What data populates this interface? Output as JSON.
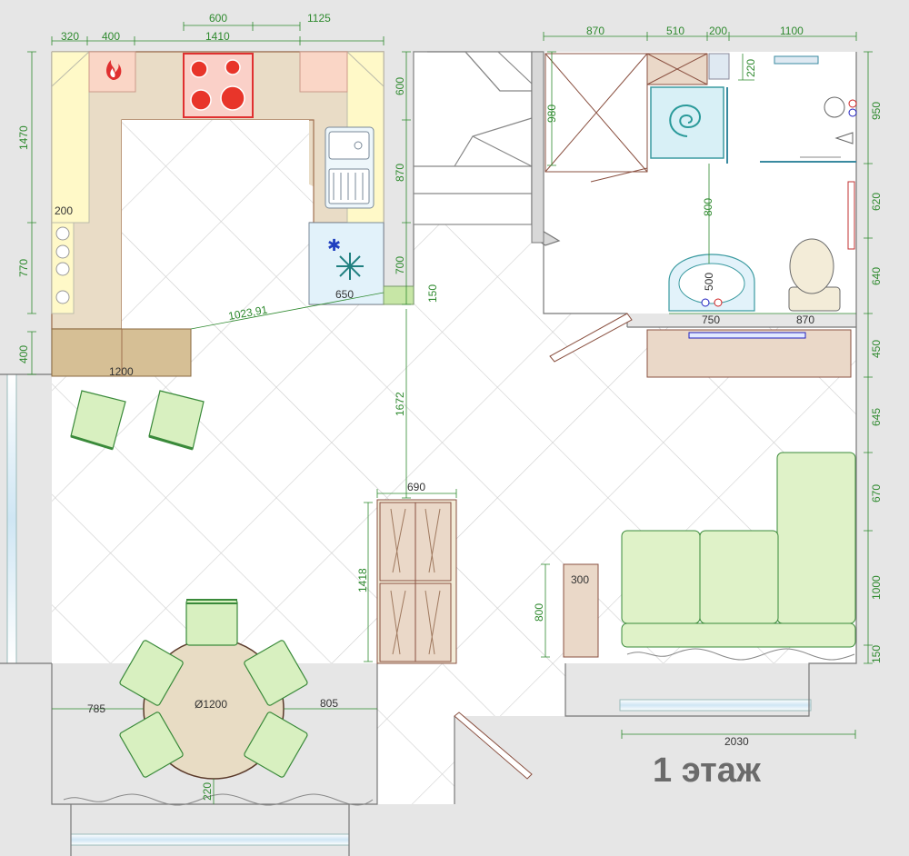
{
  "title": "1 этаж",
  "colors": {
    "wall": "#e6e6e6",
    "floor": "#ffffff",
    "tile_line": "#cfcfcf",
    "dimension": "#2f8a2f",
    "counter": "#e9dcc6",
    "upper_cabinet": "#fff9c8",
    "chair": "#d8f0c0",
    "sofa": "#dff2c8",
    "table": "#e8dcc4",
    "shower": "#d8f0f6"
  },
  "icons": [
    "fire-icon",
    "cooktop-icon",
    "sink-icon",
    "dishwasher-icon",
    "shower-icon",
    "toilet-icon",
    "washbasin-icon"
  ],
  "dimensions": {
    "kitchen_top": [
      "320",
      "400",
      "600",
      "1410",
      "1125"
    ],
    "kitchen_left": [
      "1470",
      "770",
      "400"
    ],
    "kitchen_right": [
      "600",
      "870",
      "700"
    ],
    "kitchen_misc": [
      "200",
      "650",
      "150",
      "1023,91",
      "1200"
    ],
    "center": [
      "1672",
      "690",
      "1418"
    ],
    "stairs": [
      "980"
    ],
    "bath_top": [
      "870",
      "510",
      "200",
      "1100"
    ],
    "bath_misc": [
      "220",
      "800",
      "500",
      "750",
      "870"
    ],
    "right_side": [
      "950",
      "620",
      "640",
      "450",
      "645",
      "670",
      "1000",
      "150"
    ],
    "living": [
      "300",
      "800",
      "2030"
    ],
    "dining": [
      "785",
      "Ø1200",
      "805",
      "220"
    ]
  }
}
